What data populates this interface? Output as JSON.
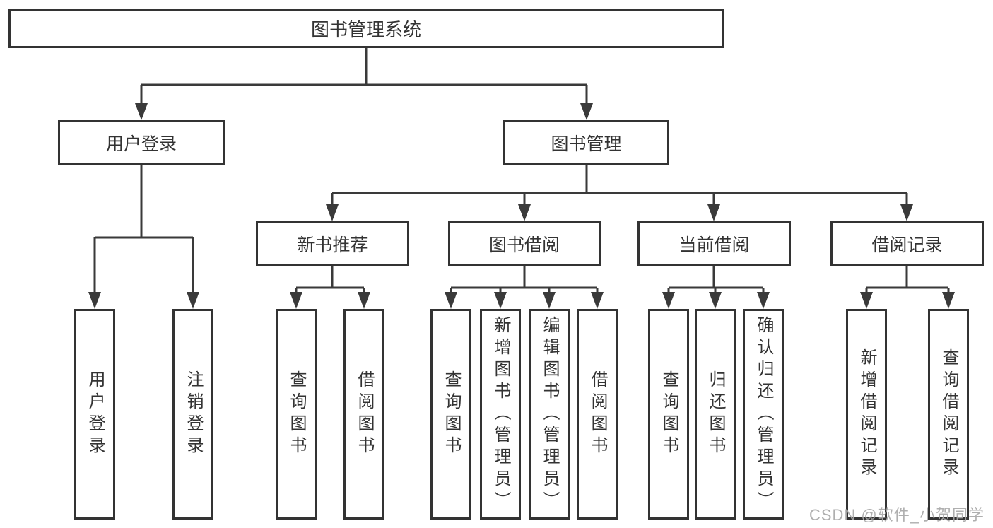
{
  "nodes": {
    "root": "图书管理系统",
    "level2": [
      "用户登录",
      "图书管理"
    ],
    "level3": [
      "新书推荐",
      "图书借阅",
      "当前借阅",
      "借阅记录"
    ],
    "leaves_user_login": [
      "用户登录",
      "注销登录"
    ],
    "leaves_new_book": [
      "查询图书",
      "借阅图书"
    ],
    "leaves_book_borrow": [
      "查询图书",
      "新增图书（管理员）",
      "编辑图书（管理员）",
      "借阅图书"
    ],
    "leaves_current_borrow": [
      "查询图书",
      "归还图书",
      "确认归还（管理员）"
    ],
    "leaves_borrow_record": [
      "新增借阅记录",
      "查询借阅记录"
    ]
  },
  "watermark": "CSDN @软件_小贺同学",
  "colors": {
    "line": "#3a3a3a",
    "box_border": "#333333",
    "text": "#333333",
    "watermark": "#a8a8a8"
  }
}
